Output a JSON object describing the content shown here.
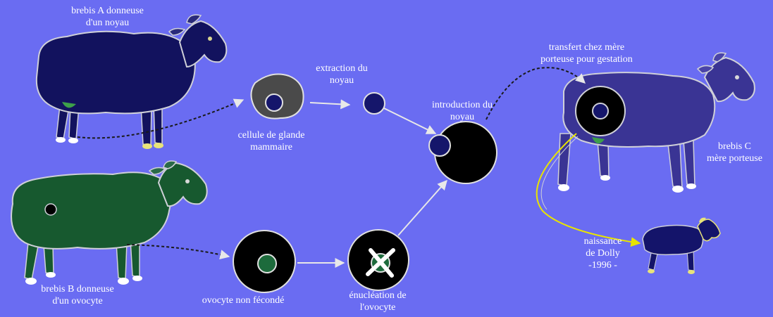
{
  "labels": {
    "sheep_a": [
      "brebis A donneuse",
      "d'un noyau"
    ],
    "sheep_b": [
      "brebis B donneuse",
      "d'un ovocyte"
    ],
    "mammary_cell": [
      "cellule de glande",
      "mammaire"
    ],
    "extraction": [
      "extraction du",
      "noyau"
    ],
    "introduction": [
      "introduction du",
      "noyau"
    ],
    "transfer": [
      "transfert chez mère",
      "porteuse pour gestation"
    ],
    "sheep_c": [
      "brebis C",
      "mère porteuse"
    ],
    "unfertilized_oocyte": [
      "ovocyte non fécondé"
    ],
    "enucleation": [
      "énucléation de",
      "l'ovocyte"
    ],
    "birth": [
      "naissance",
      "de Dolly",
      "-1996 -"
    ]
  },
  "colors": {
    "background": "#6a6cf2",
    "sheep_a_body": "#12125e",
    "sheep_b_body": "#17592f",
    "sheep_c_body": "#3a3494",
    "dolly_body": "#14146a",
    "nucleus": "#15166b",
    "oocyte_nucleus": "#1d6b3c",
    "cell_black": "#000000",
    "mammary_cell_fill": "#4a4a4a",
    "outline": "#d8d8d8"
  }
}
